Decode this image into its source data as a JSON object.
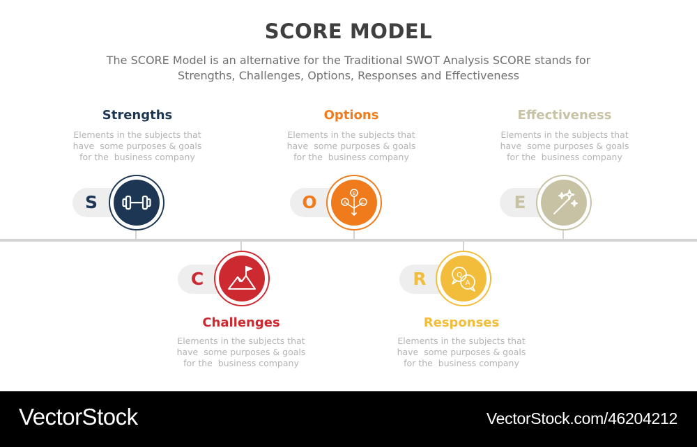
{
  "title": "SCORE MODEL",
  "subtitle": {
    "line1": "The SCORE Model is an alternative for the Traditional SWOT Analysis SCORE stands for",
    "line2": "Strengths, Challenges, Options, Responses and Effectiveness"
  },
  "steps": [
    {
      "letter": "S",
      "heading": "Strengths",
      "icon": "dumbbell-icon",
      "color": "#1c3653",
      "description": [
        "Elements in the subjects that",
        "have  some purposes & goals",
        "for the  business company"
      ]
    },
    {
      "letter": "C",
      "heading": "Challenges",
      "icon": "mountain-flag-icon",
      "color": "#cc2a30",
      "description": [
        "Elements in the subjects that",
        "have  some purposes & goals",
        "for the  business company"
      ]
    },
    {
      "letter": "O",
      "heading": "Options",
      "icon": "choice-arrows-icon",
      "color": "#ef7b1c",
      "description": [
        "Elements in the subjects that",
        "have  some purposes & goals",
        "for the  business company"
      ]
    },
    {
      "letter": "R",
      "heading": "Responses",
      "icon": "qa-chat-icon",
      "color": "#f2bd3a",
      "description": [
        "Elements in the subjects that",
        "have  some purposes & goals",
        "for the  business company"
      ]
    },
    {
      "letter": "E",
      "heading": "Effectiveness",
      "icon": "magic-wand-icon",
      "color": "#c8c2a5",
      "description": [
        "Elements in the subjects that",
        "have  some purposes & goals",
        "for the  business company"
      ]
    }
  ],
  "icon_letters": {
    "a": "A",
    "b": "B",
    "c": "C",
    "q": "Q"
  },
  "footer": {
    "brand": "VectorStock",
    "image_id": "VectorStock.com/46204212"
  }
}
